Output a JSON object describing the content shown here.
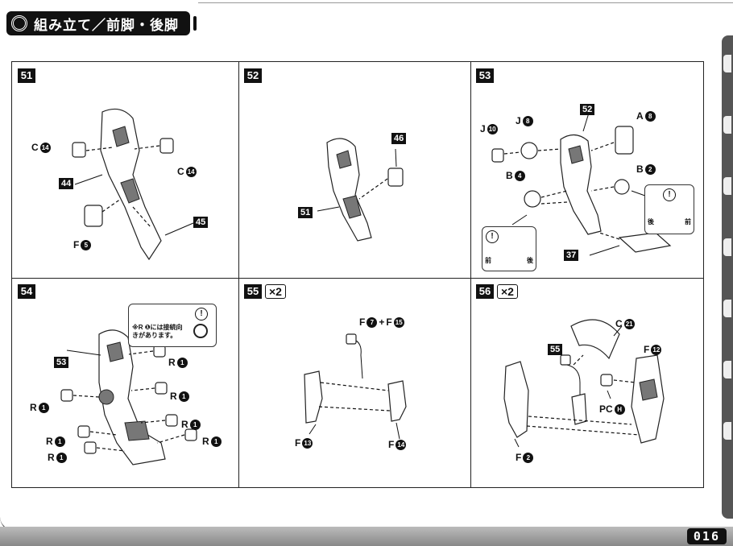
{
  "header": {
    "title": "組み立て／前脚・後脚"
  },
  "page_number": "016",
  "steps": [
    {
      "number": "51",
      "labels": {
        "c_left": "C",
        "c_left_n": "14",
        "c_right": "C",
        "c_right_n": "14",
        "part44": "44",
        "part45": "45",
        "f": "F",
        "f_n": "5"
      }
    },
    {
      "number": "52",
      "labels": {
        "part46": "46",
        "part51": "51"
      }
    },
    {
      "number": "53",
      "labels": {
        "j1": "J",
        "j1_n": "10",
        "j2": "J",
        "j2_n": "8",
        "part52": "52",
        "a": "A",
        "a_n": "8",
        "b1": "B",
        "b1_n": "4",
        "b2": "B",
        "b2_n": "2",
        "part37": "37",
        "front": "前",
        "back": "後",
        "front2": "前",
        "back2": "後"
      }
    },
    {
      "number": "54",
      "note": "※R ❶には接続向きがあります。",
      "labels": {
        "part53": "53",
        "r": "R",
        "r_n": "1"
      }
    },
    {
      "number": "55",
      "multiplier": "×2",
      "labels": {
        "f7": "F",
        "f7_n": "7",
        "plus": "+",
        "f15": "F",
        "f15_n": "15",
        "f13": "F",
        "f13_n": "13",
        "f14": "F",
        "f14_n": "14"
      }
    },
    {
      "number": "56",
      "multiplier": "×2",
      "labels": {
        "part55": "55",
        "c21": "C",
        "c21_n": "21",
        "f12": "F",
        "f12_n": "12",
        "pc": "PC",
        "pc_n": "H",
        "f2": "F",
        "f2_n": "2"
      }
    }
  ]
}
